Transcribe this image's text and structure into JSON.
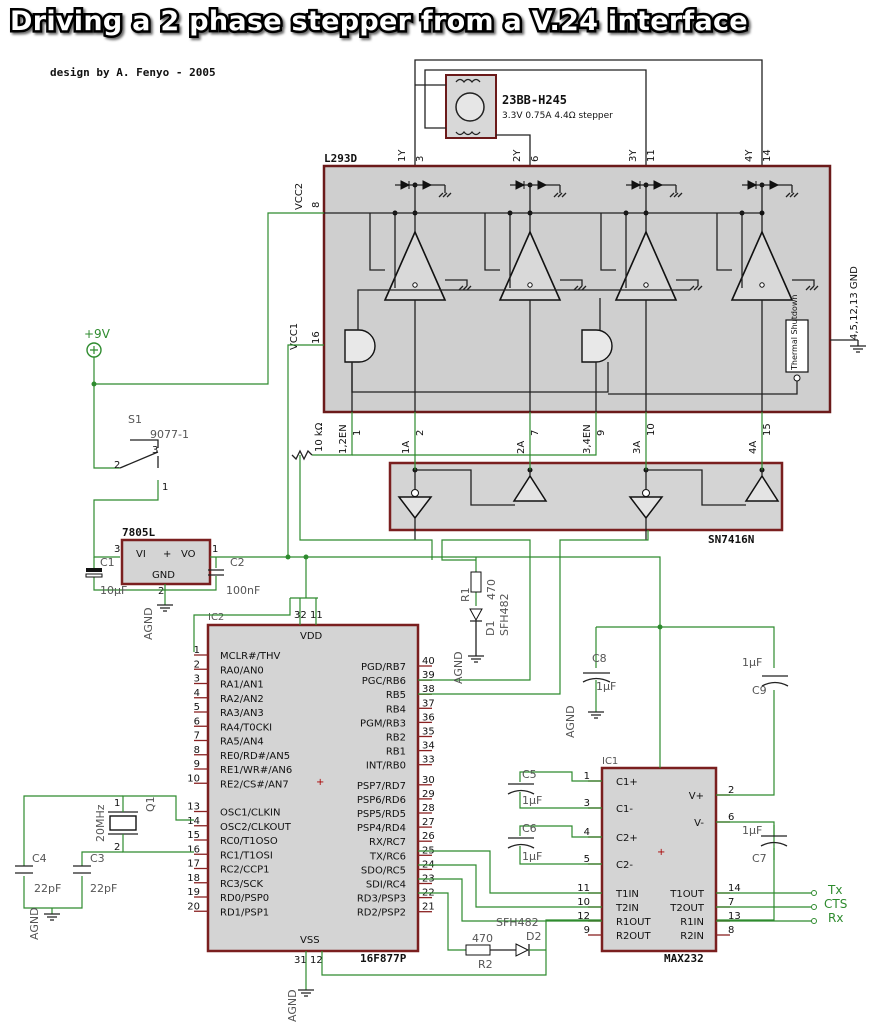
{
  "title": "Driving a 2 phase stepper from a V.24 interface",
  "credit": "design by A. Fenyo - 2005",
  "motor": {
    "name": "23BB-H245",
    "spec": "3.3V 0.75A 4.4Ω stepper"
  },
  "l293": {
    "name": "L293D",
    "vcc2": "VCC2",
    "vcc1": "VCC1",
    "gnd": "4,5,12,13  GND",
    "thermal": "Thermal Shutdown",
    "top_pins": [
      [
        "1Y",
        "3"
      ],
      [
        "2Y",
        "6"
      ],
      [
        "3Y",
        "11"
      ],
      [
        "4Y",
        "14"
      ]
    ],
    "pin8": "8",
    "pin16": "16",
    "bottom_pins": [
      [
        "1,2EN",
        "1"
      ],
      [
        "1A",
        "2"
      ],
      [
        "2A",
        "7"
      ],
      [
        "3,4EN",
        "9"
      ],
      [
        "3A",
        "10"
      ],
      [
        "4A",
        "15"
      ]
    ]
  },
  "sn7416": {
    "name": "SN7416N"
  },
  "reg": {
    "name": "7805L",
    "vi": "VI",
    "vo": "VO",
    "gnd": "GND",
    "p1": "1",
    "p2": "2",
    "p3": "3"
  },
  "supply": {
    "label": "+9V"
  },
  "switch": {
    "ref": "S1",
    "part": "9077-1",
    "p1": "1",
    "p2": "2",
    "p3": "3"
  },
  "r10k": "10 kΩ",
  "caps": {
    "c1": {
      "ref": "C1",
      "val": "10µF"
    },
    "c2": {
      "ref": "C2",
      "val": "100nF"
    },
    "c3": {
      "ref": "C3",
      "val": "22pF"
    },
    "c4": {
      "ref": "C4",
      "val": "22pF"
    },
    "c5": {
      "ref": "C5",
      "val": "1µF"
    },
    "c6": {
      "ref": "C6",
      "val": "1µF"
    },
    "c7": {
      "ref": "C7",
      "val": "1µF"
    },
    "c8": {
      "ref": "C8",
      "val": "1µF"
    },
    "c9": {
      "ref": "C9",
      "val": "1µF"
    }
  },
  "r1": {
    "ref": "R1",
    "val": "470"
  },
  "d1": {
    "ref": "D1",
    "part": "SFH482"
  },
  "r2": {
    "ref": "R2",
    "val": "470"
  },
  "d2": {
    "ref": "D2",
    "part": "SFH482"
  },
  "xtal": {
    "ref": "Q1",
    "val": "20MHz",
    "p1": "1",
    "p2": "2"
  },
  "agnd": "AGND",
  "pic": {
    "ref": "IC2",
    "name": "16F877P",
    "vdd": "VDD",
    "vss": "VSS",
    "top_pins": [
      "32",
      "11"
    ],
    "bottom_pins": [
      "31",
      "12"
    ],
    "left": [
      [
        "1",
        "MCLR#/THV"
      ],
      [
        "2",
        "RA0/AN0"
      ],
      [
        "3",
        "RA1/AN1"
      ],
      [
        "4",
        "RA2/AN2"
      ],
      [
        "5",
        "RA3/AN3"
      ],
      [
        "6",
        "RA4/T0CKI"
      ],
      [
        "7",
        "RA5/AN4"
      ],
      [
        "8",
        "RE0/RD#/AN5"
      ],
      [
        "9",
        "RE1/WR#/AN6"
      ],
      [
        "10",
        "RE2/CS#/AN7"
      ],
      [
        "13",
        "OSC1/CLKIN"
      ],
      [
        "14",
        "OSC2/CLKOUT"
      ],
      [
        "15",
        "RC0/T1OSO"
      ],
      [
        "16",
        "RC1/T1OSI"
      ],
      [
        "17",
        "RC2/CCP1"
      ],
      [
        "18",
        "RC3/SCK"
      ],
      [
        "19",
        "RD0/PSP0"
      ],
      [
        "20",
        "RD1/PSP1"
      ]
    ],
    "right": [
      [
        "40",
        "PGD/RB7"
      ],
      [
        "39",
        "PGC/RB6"
      ],
      [
        "38",
        "RB5"
      ],
      [
        "37",
        "RB4"
      ],
      [
        "36",
        "PGM/RB3"
      ],
      [
        "35",
        "RB2"
      ],
      [
        "34",
        "RB1"
      ],
      [
        "33",
        "INT/RB0"
      ],
      [
        "30",
        "PSP7/RD7"
      ],
      [
        "29",
        "PSP6/RD6"
      ],
      [
        "28",
        "PSP5/RD5"
      ],
      [
        "27",
        "PSP4/RD4"
      ],
      [
        "26",
        "RX/RC7"
      ],
      [
        "25",
        "TX/RC6"
      ],
      [
        "24",
        "SDO/RC5"
      ],
      [
        "23",
        "SDI/RC4"
      ],
      [
        "22",
        "RD3/PSP3"
      ],
      [
        "21",
        "RD2/PSP2"
      ]
    ]
  },
  "max": {
    "ref": "IC1",
    "name": "MAX232",
    "left": [
      [
        "1",
        "C1+"
      ],
      [
        "3",
        "C1-"
      ],
      [
        "4",
        "C2+"
      ],
      [
        "5",
        "C2-"
      ],
      [
        "11",
        "T1IN"
      ],
      [
        "10",
        "T2IN"
      ],
      [
        "12",
        "R1OUT"
      ],
      [
        "9",
        "R2OUT"
      ]
    ],
    "right": [
      [
        "2",
        "V+"
      ],
      [
        "6",
        "V-"
      ],
      [
        "14",
        "T1OUT"
      ],
      [
        "7",
        "T2OUT"
      ],
      [
        "13",
        "R1IN"
      ],
      [
        "8",
        "R2IN"
      ]
    ]
  },
  "serial": {
    "tx": "Tx",
    "cts": "CTS",
    "rx": "Rx"
  }
}
